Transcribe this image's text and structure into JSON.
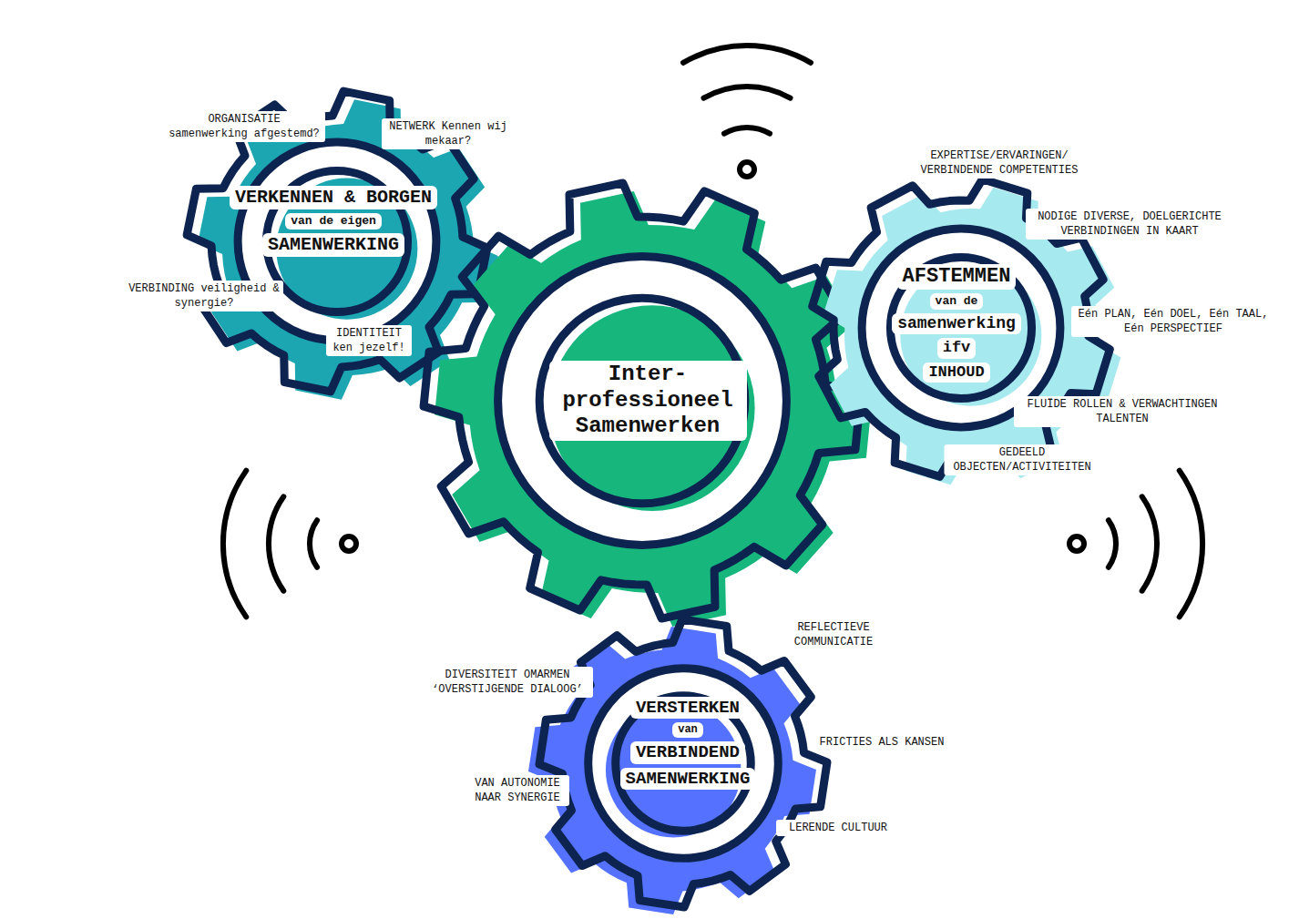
{
  "diagram": {
    "nodes": [
      {
        "text": [
          "VERKENNEN & BORGEN",
          "van de eigen",
          "SAMENWERKING"
        ]
      },
      {
        "text": [
          "Inter- professioneel Samenwerken"
        ]
      },
      {
        "text": [
          "AFSTEMMEN",
          "van de",
          "samenwerking",
          "ifv",
          "INHOUD"
        ]
      },
      {
        "text": [
          "VERSTERKEN",
          "van",
          "VERBINDEND",
          "SAMENWERKING"
        ]
      }
    ],
    "labels": [
      "ORGANISATIE samenwerking afgestemd?",
      "NETWERK Kennen wij mekaar?",
      "VERBINDING veiligheid & synergie?",
      "IDENTITEIT ken jezelf!",
      "EXPERTISE/ERVARINGEN/ VERBINDENDE COMPETENTIES",
      "NODIGE DIVERSE, DOELGERICHTE VERBINDINGEN IN KAART",
      "Eén PLAN, Eén DOEL, Eén TAAL, Eén PERSPECTIEF",
      "FLUÏDE ROLLEN & VERWACHTINGEN TALENTEN",
      "GEDEELD OBJECTEN/ACTIVITEITEN",
      "REFLECTIEVE COMMUNICATIE",
      "DIVERSITEIT OMARMEN ‘OVERSTIJGENDE DIALOOG’",
      "FRICTIES ALS KANSEN",
      "VAN AUTONOMIE NAAR SYNERGIE",
      "LERENDE CULTUUR"
    ]
  }
}
